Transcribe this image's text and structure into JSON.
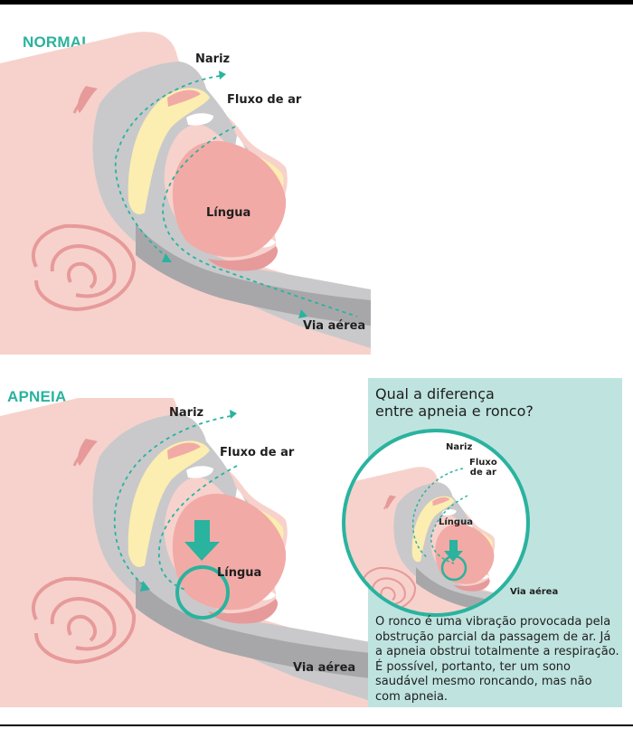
{
  "normal": {
    "title": "NORMAL",
    "labels": {
      "nose": "Nariz",
      "airflow": "Fluxo de ar",
      "tongue": "Língua",
      "airway": "Via aérea"
    }
  },
  "apnea": {
    "title": "APNEIA",
    "labels": {
      "nose": "Nariz",
      "airflow": "Fluxo de ar",
      "tongue": "Língua",
      "airway": "Via aérea"
    }
  },
  "info": {
    "question_line1": "Qual a diferença",
    "question_line2": "entre apneia e ronco?",
    "body": "O ronco é uma vibração provocada pela obstrução parcial da passagem de ar. Já a apneia obstrui totalmente a respiração. É possível, portanto, ter um sono saudável mesmo roncando, mas não com apneia.",
    "circle_labels": {
      "nose": "Nariz",
      "airflow_line1": "Fluxo",
      "airflow_line2": "de ar",
      "tongue": "Língua",
      "airway": "Via aérea"
    }
  },
  "colors": {
    "accent": "#2ab39e",
    "skin": "#f7d2cc",
    "skin_dark": "#e79a9a",
    "tissue_gray": "#c9c9cb",
    "airway_gray": "#9e9ea2",
    "fat_yellow": "#fbeeb0",
    "tongue_pink": "#f2aaa6",
    "info_bg": "#bfe4e0"
  }
}
